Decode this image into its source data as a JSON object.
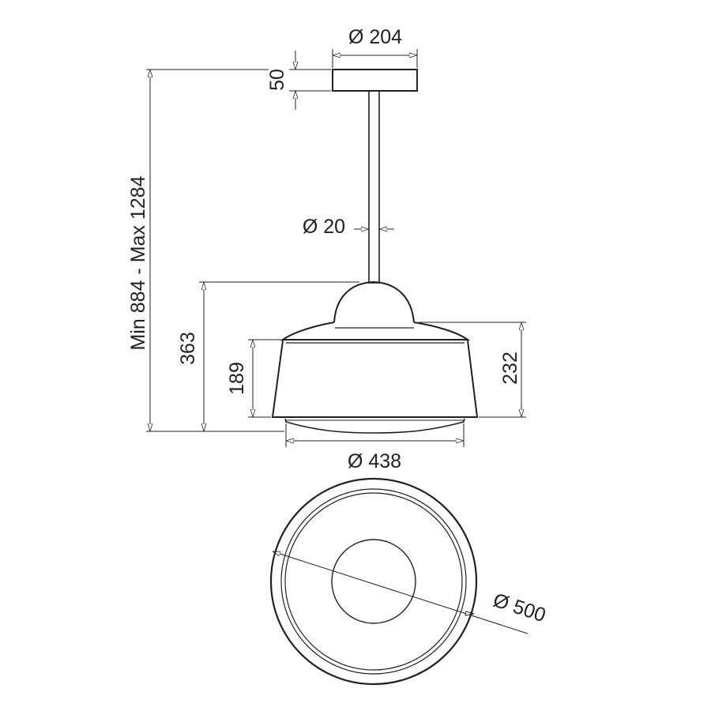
{
  "dimensions": {
    "canopy_diameter": "Ø 204",
    "canopy_height": "50",
    "overall_height": "Min 884 - Max 1284",
    "stem_diameter": "Ø 20",
    "lamp_height": "363",
    "shade_height": "189",
    "body_height": "232",
    "diffuser_diameter": "Ø 438",
    "shade_diameter": "Ø 500"
  },
  "colors": {
    "line": "#231f20",
    "background": "#ffffff"
  }
}
